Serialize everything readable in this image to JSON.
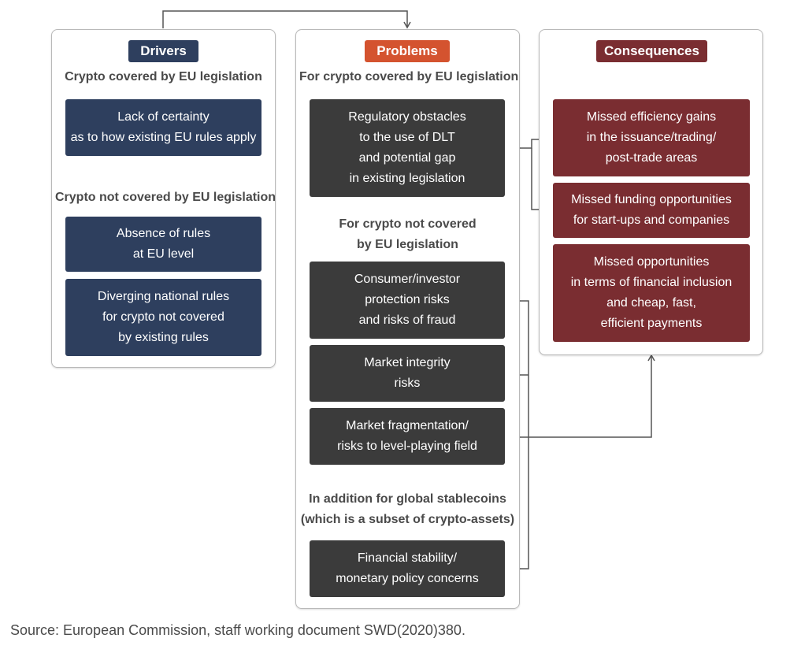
{
  "drivers": {
    "title": "Drivers",
    "heading_covered": "Crypto covered by EU legislation",
    "box_certainty": "Lack of certainty\nas to how existing EU rules apply",
    "heading_not_covered": "Crypto not covered by EU legislation",
    "box_absence": "Absence of rules\nat EU level",
    "box_diverging": "Diverging national rules\nfor crypto not covered\nby existing rules"
  },
  "problems": {
    "title": "Problems",
    "heading_covered": "For crypto covered by EU legislation",
    "box_regulatory": "Regulatory obstacles\nto the use of DLT\nand potential gap\nin existing legislation",
    "heading_not_covered": "For crypto not covered\nby EU legislation",
    "box_consumer": "Consumer/investor\nprotection risks\nand risks of fraud",
    "box_integrity": "Market integrity\nrisks",
    "box_fragmentation": "Market fragmentation/\nrisks to level-playing field",
    "heading_stablecoins": "In addition for global stablecoins\n(which is a subset of crypto-assets)",
    "box_stability": "Financial stability/\nmonetary policy concerns"
  },
  "consequences": {
    "title": "Consequences",
    "box_efficiency": "Missed efficiency gains\nin the issuance/trading/\npost-trade areas",
    "box_funding": "Missed funding opportunities\nfor start-ups and companies",
    "box_inclusion": "Missed opportunities\nin terms of financial inclusion\nand cheap, fast,\nefficient payments"
  },
  "source": "Source: European Commission, staff working document SWD(2020)380.",
  "colors": {
    "drivers": "#2e3f5e",
    "problems_tag": "#d4532f",
    "problems_box": "#3b3b3b",
    "consequences": "#7a2d31",
    "connector": "#555555"
  }
}
